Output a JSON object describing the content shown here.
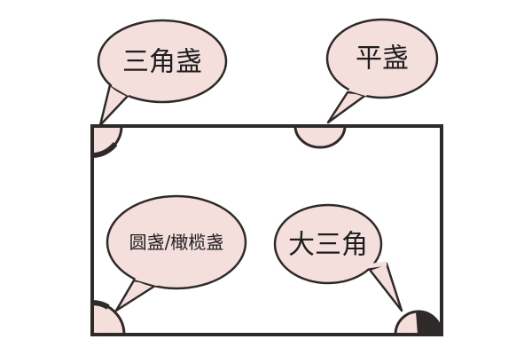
{
  "colors": {
    "bubble_fill": "#f4dfdc",
    "outline": "#2f2a2a",
    "page_background": "#ffffff"
  },
  "callouts": [
    {
      "id": "top-left-corner",
      "label": "三角盏"
    },
    {
      "id": "top-middle-edge",
      "label": "平盏"
    },
    {
      "id": "bottom-left-corner",
      "label": "圆盏/橄榄盏"
    },
    {
      "id": "bottom-right-corner",
      "label": "大三角"
    }
  ]
}
